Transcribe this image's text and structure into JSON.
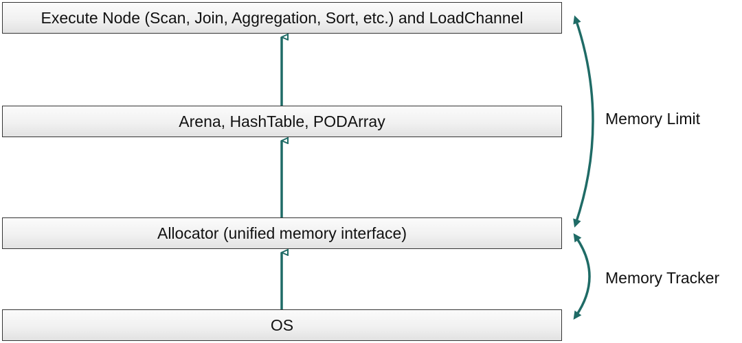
{
  "layers": {
    "execute": "Execute Node (Scan, Join, Aggregation, Sort, etc.) and LoadChannel",
    "arena": "Arena, HashTable, PODArray",
    "allocator": "Allocator (unified memory interface)",
    "os": "OS"
  },
  "labels": {
    "memory_limit": "Memory Limit",
    "memory_tracker": "Memory Tracker"
  },
  "colors": {
    "arrow": "#1f6b66",
    "border": "#333333",
    "text": "#111111"
  }
}
